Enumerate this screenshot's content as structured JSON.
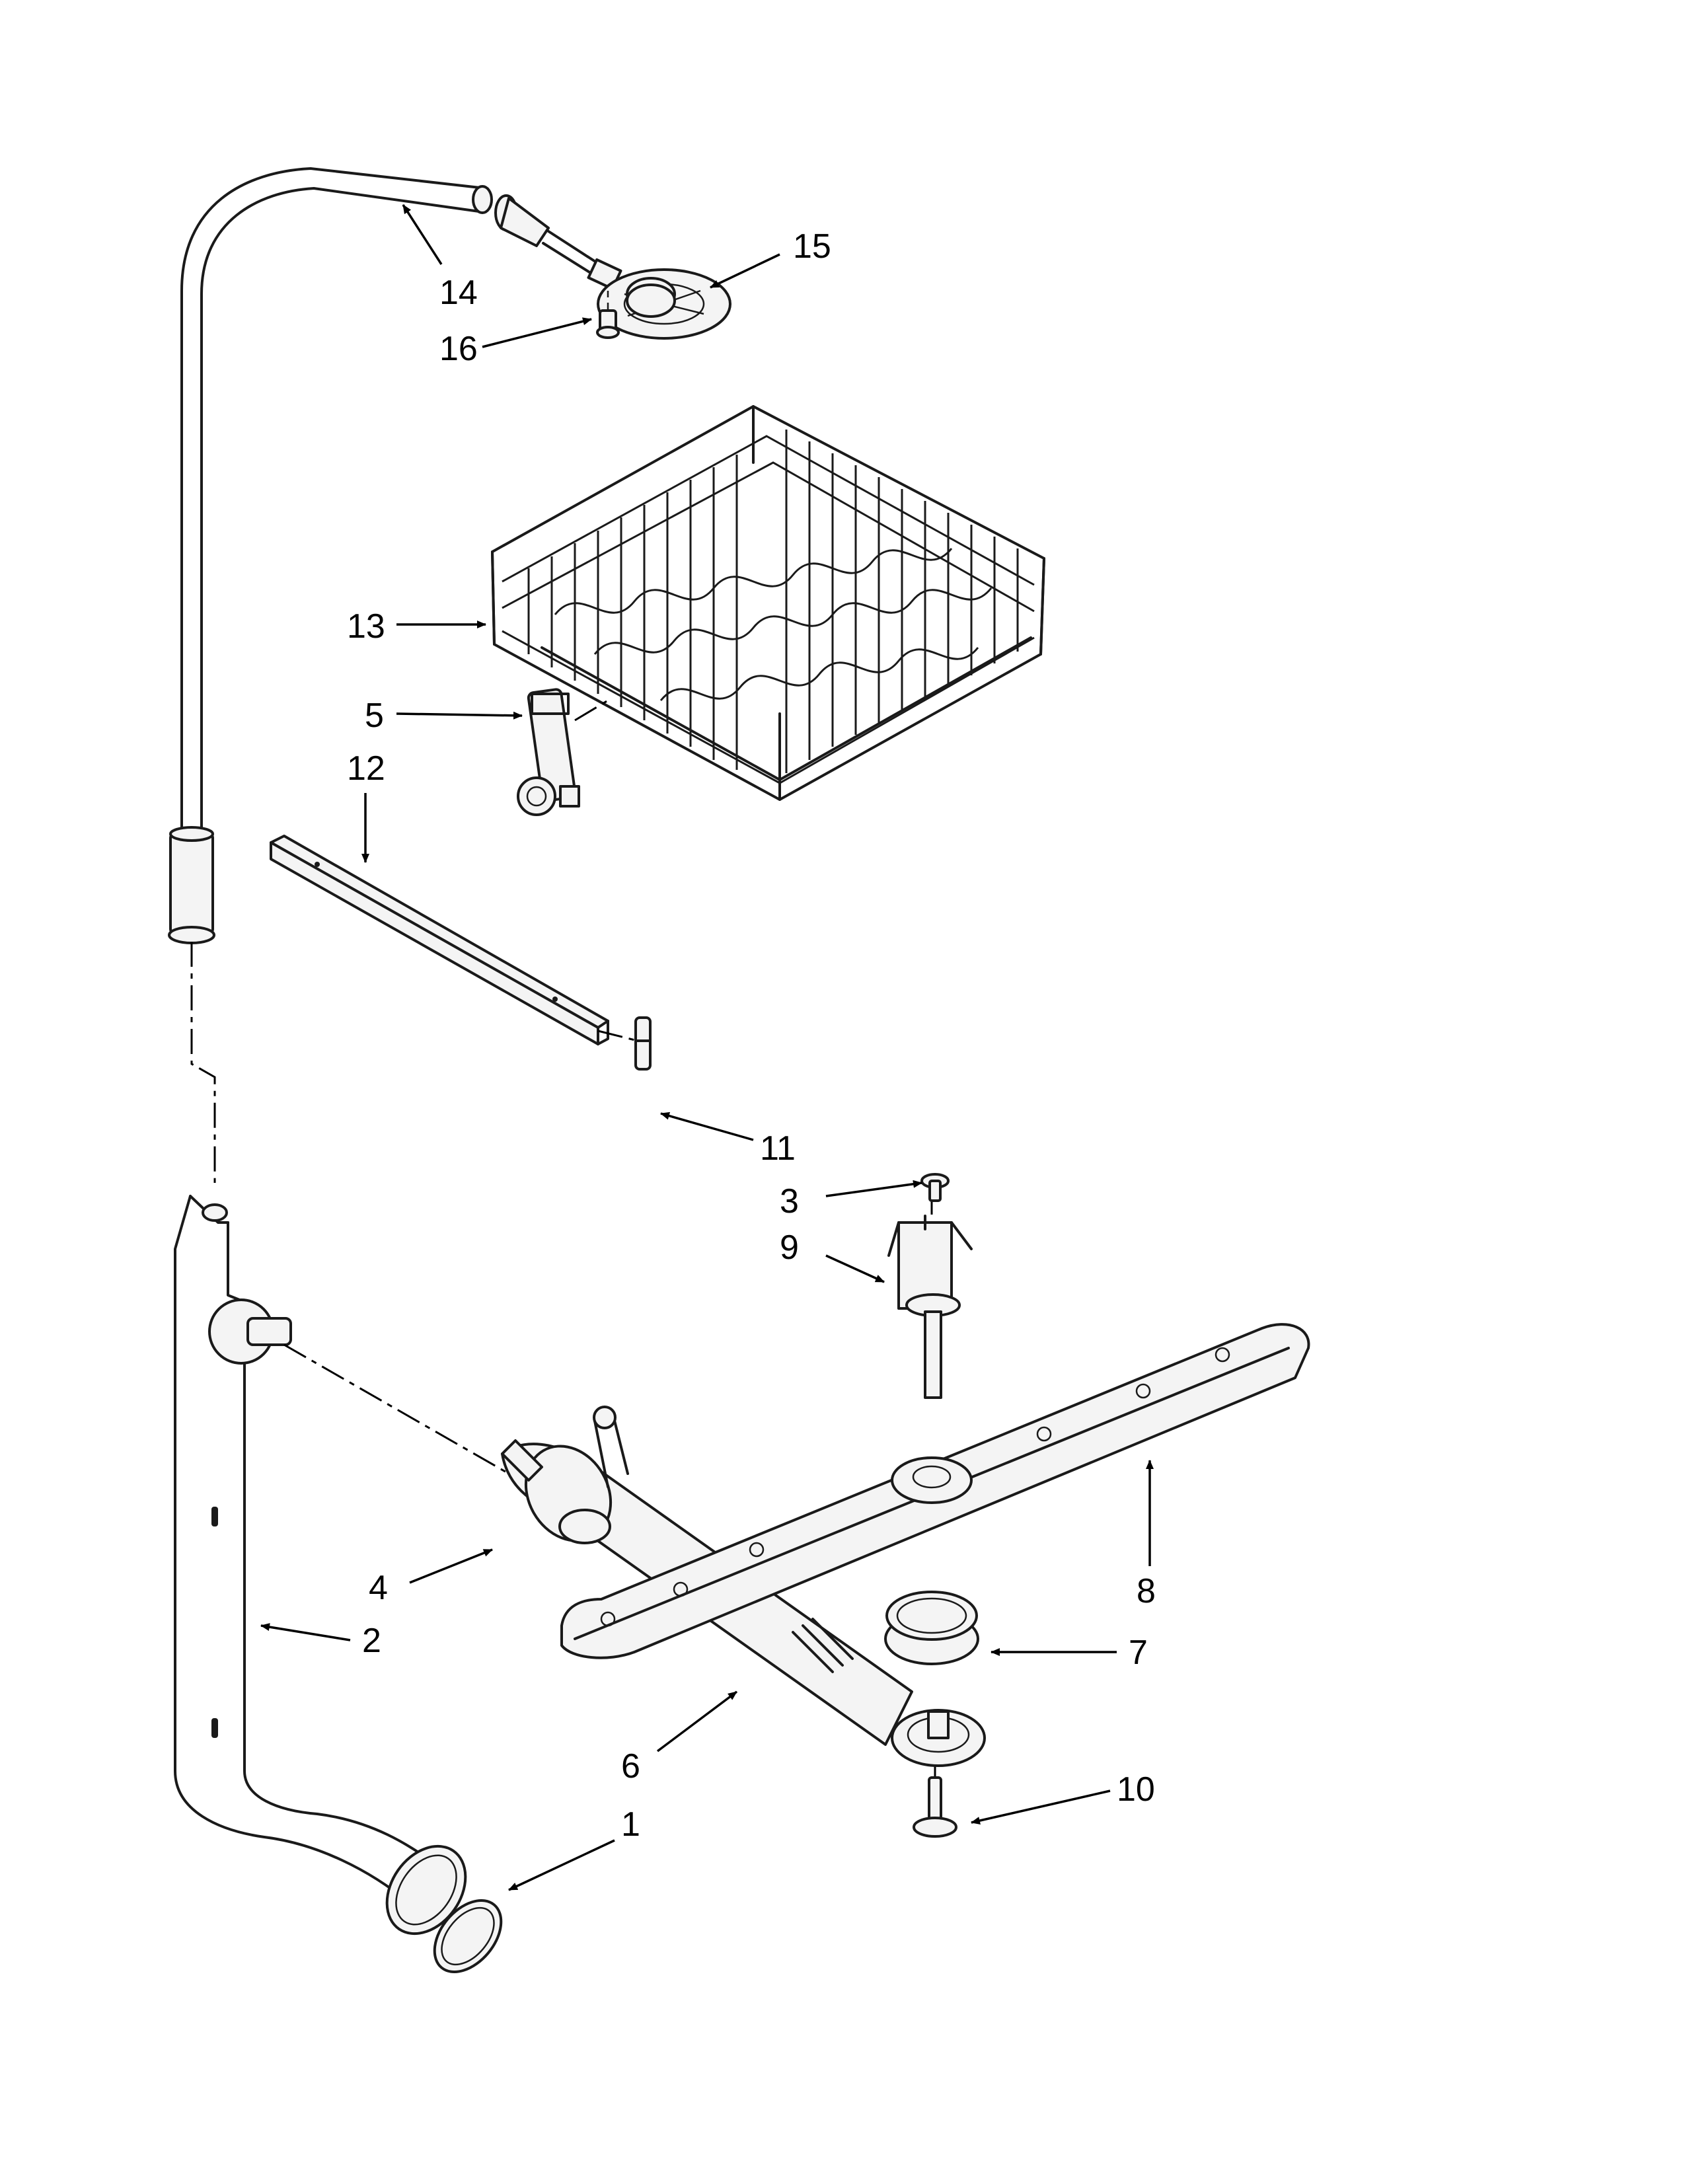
{
  "callouts": [
    "1",
    "2",
    "3",
    "4",
    "5",
    "6",
    "7",
    "8",
    "9",
    "10",
    "11",
    "12",
    "13",
    "14",
    "15",
    "16"
  ],
  "colors": {
    "line": "#000000",
    "fill": "#f4f4f4",
    "background": "#ffffff"
  }
}
